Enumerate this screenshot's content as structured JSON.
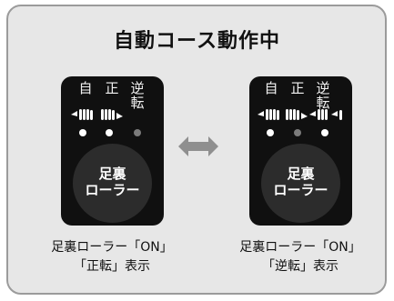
{
  "title": "自動コース動作中",
  "left_panel": {
    "labels": [
      "自",
      "正",
      "逆",
      "転"
    ],
    "roller": {
      "line1": "足裏",
      "line2": "ローラー"
    },
    "caption": {
      "line1": "足裏ローラー「ON」",
      "line2": "「正転」表示"
    },
    "leds": [
      "on",
      "on",
      "off"
    ]
  },
  "right_panel": {
    "labels": [
      "自",
      "正",
      "逆",
      "転"
    ],
    "roller": {
      "line1": "足裏",
      "line2": "ローラー"
    },
    "caption": {
      "line1": "足裏ローラー「ON」",
      "line2": "「逆転」表示"
    },
    "leds": [
      "on",
      "off",
      "on"
    ]
  },
  "colors": {
    "panel": "#101010",
    "frame_bg": "#e7e7e7",
    "frame_border": "#9b9b9b",
    "arrow": "#8f8f8f",
    "led_on": "#ffffff",
    "led_off": "#7b7b7b"
  },
  "icons": {
    "arrow": "double-arrow-icon",
    "fist": "fist-icon"
  }
}
